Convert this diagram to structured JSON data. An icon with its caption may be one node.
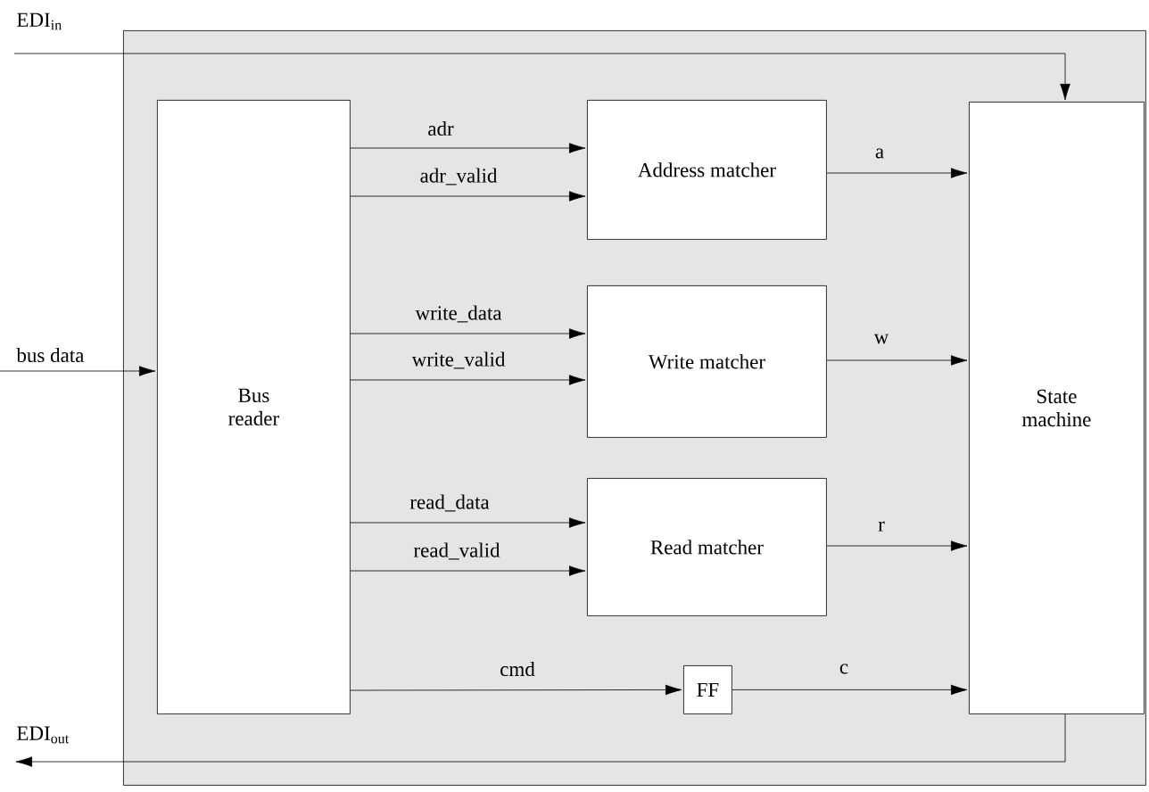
{
  "diagram": {
    "nodes": [
      {
        "text": [],
        "shape": "box"
      },
      {
        "text": [
          "Bus reader"
        ],
        "in": 0
      },
      {
        "text": [
          "Address matcher"
        ],
        "in": 0
      },
      {
        "text": [
          "Write matcher"
        ],
        "in": 0
      },
      {
        "text": [
          "Read matcher"
        ],
        "in": 0
      },
      {
        "text": [
          "FF"
        ],
        "in": 0
      },
      {
        "text": [
          "State machine"
        ],
        "in": 0
      }
    ],
    "edges": [
      {
        "from": null,
        "to": 6,
        "arrow": "to",
        "label": "EDI$_{in}$"
      },
      {
        "from": null,
        "to": 1,
        "arrow": "to",
        "label": "bus data"
      },
      {
        "from": 1,
        "to": 2,
        "arrow": "to",
        "label": "adr"
      },
      {
        "from": 1,
        "to": 2,
        "arrow": "to",
        "label": "adr_valid"
      },
      {
        "from": 1,
        "to": 3,
        "arrow": "to",
        "label": "write_data"
      },
      {
        "from": 1,
        "to": 3,
        "arrow": "to",
        "label": "write_valid"
      },
      {
        "from": 1,
        "to": 4,
        "arrow": "to",
        "label": "read_data"
      },
      {
        "from": 1,
        "to": 4,
        "arrow": "to",
        "label": "read_valid"
      },
      {
        "from": 1,
        "to": 5,
        "arrow": "to",
        "label": "cmd"
      },
      {
        "from": 2,
        "to": 6,
        "arrow": "to",
        "label": "a"
      },
      {
        "from": 3,
        "to": 6,
        "arrow": "to",
        "label": "w"
      },
      {
        "from": 4,
        "to": 6,
        "arrow": "to",
        "label": "r"
      },
      {
        "from": 5,
        "to": 6,
        "arrow": "to",
        "label": "c"
      },
      {
        "from": 6,
        "to": null,
        "arrow": "to",
        "label": "EDI$_{out}$"
      }
    ]
  }
}
